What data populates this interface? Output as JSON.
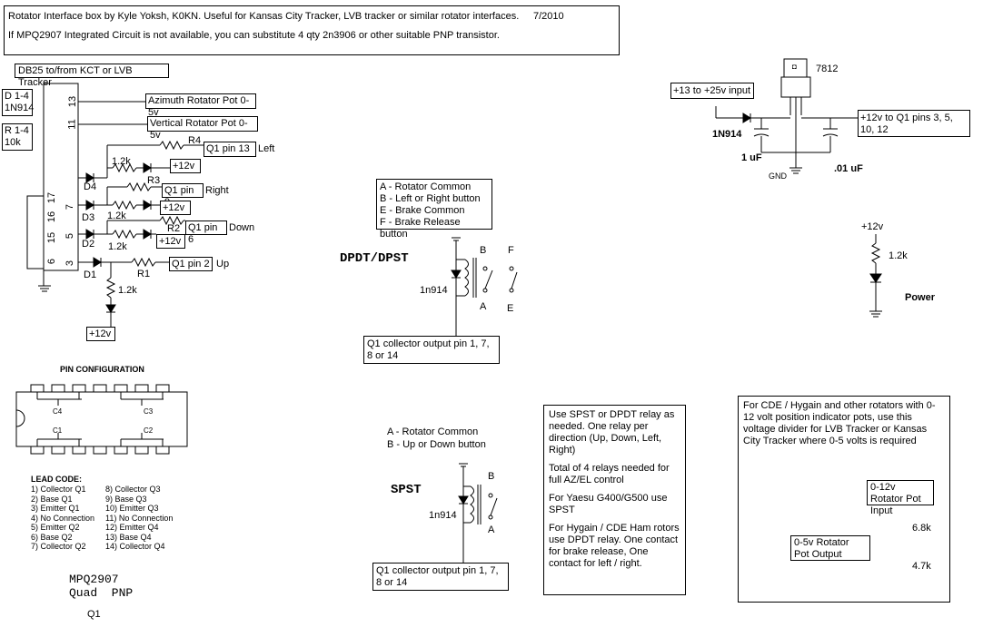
{
  "title_box": {
    "line1": "Rotator Interface box by Kyle Yoksh, K0KN.  Useful for Kansas City Tracker, LVB tracker or similar rotator interfaces.",
    "date": "7/2010",
    "line2": "If MPQ2907 Integrated Circuit is not available, you can substitute 4 qty 2n3906 or other suitable PNP transistor."
  },
  "db25": {
    "header": "DB25 to/from KCT or LVB Tracker",
    "d_note": [
      "D 1-4",
      "1N914"
    ],
    "r_note": [
      "R 1-4",
      "10k"
    ],
    "pins_top": [
      "13",
      "11"
    ],
    "pins_left": [
      "17",
      "16",
      "15",
      "6"
    ],
    "pins_right": [
      "7",
      "5",
      "3"
    ],
    "az_pot": "Azimuth Rotator Pot 0-5v",
    "vert_pot": "Vertical Rotator Pot 0-5v",
    "channels": [
      {
        "diode": "D4",
        "resistor": "R4",
        "pot": "1.2k",
        "q1": "Q1 pin 13",
        "dir": "Left",
        "supply": "+12v"
      },
      {
        "diode": "D3",
        "resistor": "R3",
        "pot": "1.2k",
        "q1": "Q1 pin 9",
        "dir": "Right",
        "supply": "+12v"
      },
      {
        "diode": "D2",
        "resistor": "R2",
        "pot": "1.2k",
        "q1": "Q1 pin 6",
        "dir": "Down",
        "supply": "+12v"
      },
      {
        "diode": "D1",
        "resistor": "R1",
        "pot": "1.2k",
        "q1": "Q1 pin 2",
        "dir": "Up",
        "supply": "+12v"
      }
    ]
  },
  "regulator": {
    "ic": "7812",
    "input": "+13 to +25v input",
    "diode": "1N914",
    "cap1": "1 uF",
    "cap2": ".01 uF",
    "gnd": "GND",
    "output": "+12v to Q1 pins 3, 5, 10, 12"
  },
  "dpdt": {
    "legend": [
      "A - Rotator Common",
      "B - Left or Right button",
      "E - Brake Common",
      "F - Brake Release button"
    ],
    "title": "DPDT/DPST",
    "diode": "1n914",
    "contacts": [
      "B",
      "A",
      "F",
      "E"
    ],
    "output": "Q1 collector output pin 1, 7, 8 or 14"
  },
  "spst": {
    "legend": [
      "A - Rotator Common",
      "B - Up or Down button"
    ],
    "title": "SPST",
    "diode": "1n914",
    "contacts": [
      "B",
      "A"
    ],
    "output": "Q1 collector output pin 1, 7, 8 or 14"
  },
  "power": {
    "supply": "+12v",
    "resistor": "1.2k",
    "label": "Power"
  },
  "ic": {
    "heading": "PIN CONFIGURATION",
    "transistors": [
      "C4",
      "C3",
      "C1",
      "C2"
    ],
    "lead_heading": "LEAD CODE:",
    "leads_left": [
      "1) Collector Q1",
      "2) Base Q1",
      "3) Emitter Q1",
      "4) No Connection",
      "5) Emitter Q2",
      "6) Base Q2",
      "7) Collector Q2"
    ],
    "leads_right": [
      "8) Collector Q3",
      "9) Base Q3",
      "10) Emitter Q3",
      "11) No Connection",
      "12) Emitter Q4",
      "13) Base Q4",
      "14) Collector Q4"
    ],
    "part": "MPQ2907",
    "part_desc": "Quad  PNP",
    "designator": "Q1"
  },
  "relay_notes": [
    "Use SPST or DPDT relay as needed. One relay per direction (Up, Down, Left, Right)",
    "Total of 4 relays needed for full AZ/EL control",
    "For Yaesu G400/G500 use SPST",
    "For Hygain / CDE Ham rotors use DPDT relay. One contact for brake release, One contact for left / right."
  ],
  "divider": {
    "note": "For CDE / Hygain and other rotators with 0-12 volt position indicator pots, use this voltage divider for LVB Tracker or Kansas City Tracker where 0-5 volts is required",
    "input": "0-12v Rotator Pot Input",
    "output": "0-5v Rotator Pot Output",
    "r_top": "6.8k",
    "r_bottom": "4.7k"
  }
}
